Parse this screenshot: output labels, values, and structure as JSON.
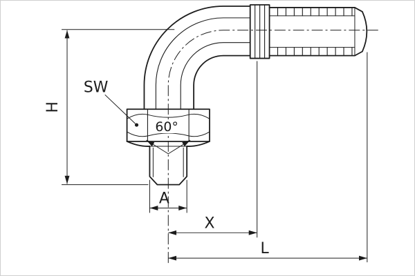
{
  "drawing": {
    "colors": {
      "line": "#1c1c1c",
      "background": "#ffffff"
    },
    "labels": {
      "height": "H",
      "wrench_size": "SW",
      "cone_angle": "60°",
      "thread": "A",
      "offset_x": "X",
      "length": "L"
    }
  }
}
